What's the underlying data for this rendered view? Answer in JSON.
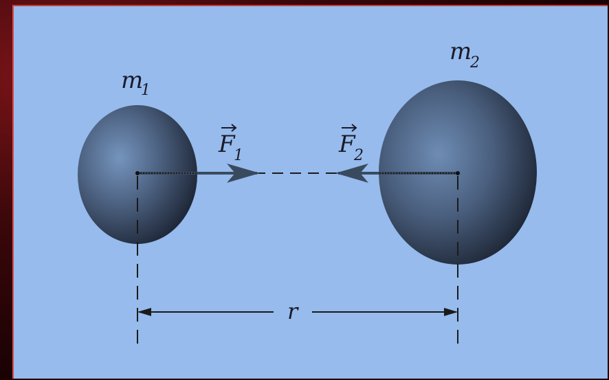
{
  "diagram": {
    "mass_1_label": "m",
    "mass_1_subscript": "1",
    "mass_2_label": "m",
    "mass_2_subscript": "2",
    "force_1_label": "F",
    "force_1_subscript": "1",
    "force_2_label": "F",
    "force_2_subscript": "2",
    "distance_label": "r"
  },
  "colors": {
    "background": "#96bbec",
    "sphere_light": "#6f8fb8",
    "sphere_dark": "#1f2a3a",
    "line": "#1a1a1a",
    "frame": "#c23a3a"
  }
}
